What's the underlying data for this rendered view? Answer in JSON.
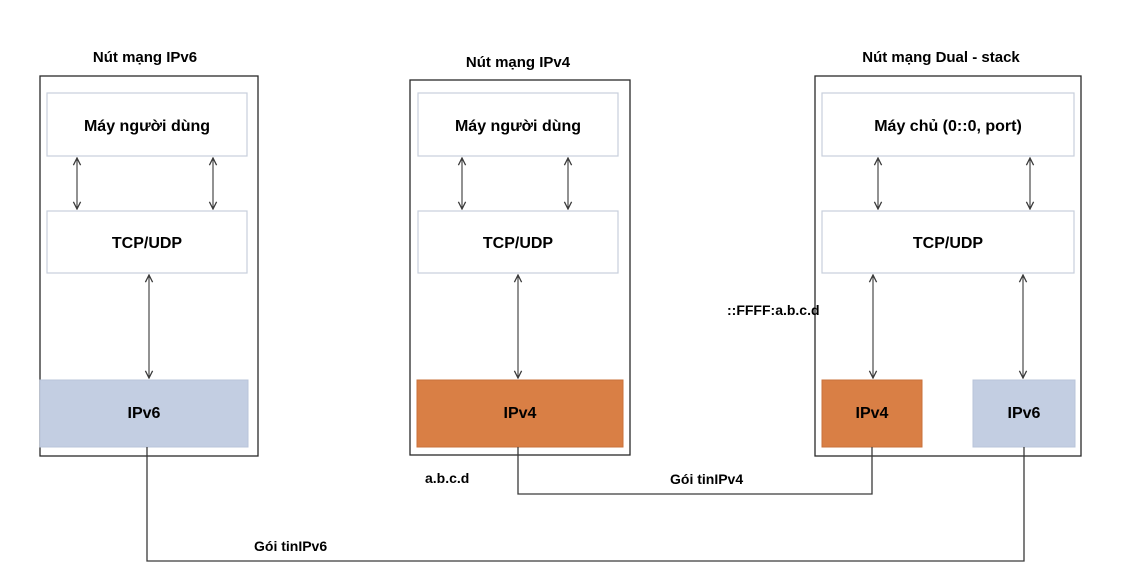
{
  "nodes": {
    "ipv6_node": {
      "title": "Nút mạng IPv6",
      "app_label": "Máy người dùng",
      "transport_label": "TCP/UDP",
      "ip_label": "IPv6"
    },
    "ipv4_node": {
      "title": "Nút mạng IPv4",
      "app_label": "Máy người dùng",
      "transport_label": "TCP/UDP",
      "ip_label": "IPv4"
    },
    "dual_node": {
      "title": "Nút mạng Dual - stack",
      "app_label": "Máy chủ (0::0, port)",
      "transport_label": "TCP/UDP",
      "ipv4_label": "IPv4",
      "ipv6_label": "IPv6"
    }
  },
  "annotations": {
    "mapped_address": "::FFFF:a.b.c.d",
    "ipv4_address": "a.b.c.d"
  },
  "links": {
    "ipv4_packet": "Gói tinIPv4",
    "ipv6_packet": "Gói tinIPv6"
  },
  "colors": {
    "ipv6_fill": "#c3cee2",
    "ipv4_fill": "#d97f45"
  }
}
